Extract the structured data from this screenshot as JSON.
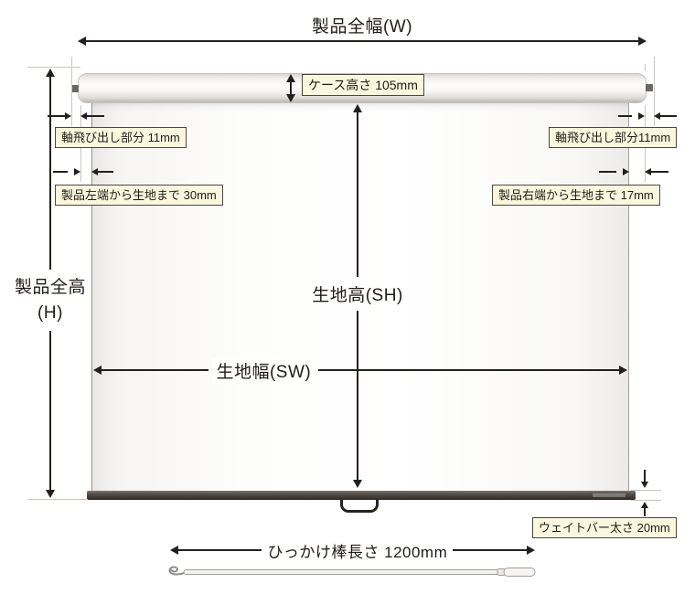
{
  "diagram": {
    "labels": {
      "product_width": "製品全幅(W)",
      "product_height_1": "製品全高",
      "product_height_2": "(H)",
      "fabric_height": "生地高(SH)",
      "fabric_width": "生地幅(SW)",
      "hook_rod": "ひっかけ棒長さ 1200mm"
    },
    "callouts": {
      "case_height": "ケース高さ 105mm",
      "shaft_protrusion_left": "軸飛び出し部分 11mm",
      "shaft_protrusion_right": "軸飛び出し部分11mm",
      "left_edge_to_fabric": "製品左端から生地まで 30mm",
      "right_edge_to_fabric": "製品右端から生地まで 17mm",
      "weight_bar_thickness": "ウェイトバー太さ 20mm"
    },
    "measurements": {
      "case_height_mm": 105,
      "shaft_protrusion_left_mm": 11,
      "shaft_protrusion_right_mm": 11,
      "left_edge_to_fabric_mm": 30,
      "right_edge_to_fabric_mm": 17,
      "weight_bar_thickness_mm": 20,
      "hook_rod_length_mm": 1200
    },
    "colors": {
      "callout_bg": "#faf7de",
      "callout_border": "#4c4742",
      "line": "#231f1c",
      "guide": "#c9c6c2",
      "weight_bar": "#3a3531"
    }
  }
}
